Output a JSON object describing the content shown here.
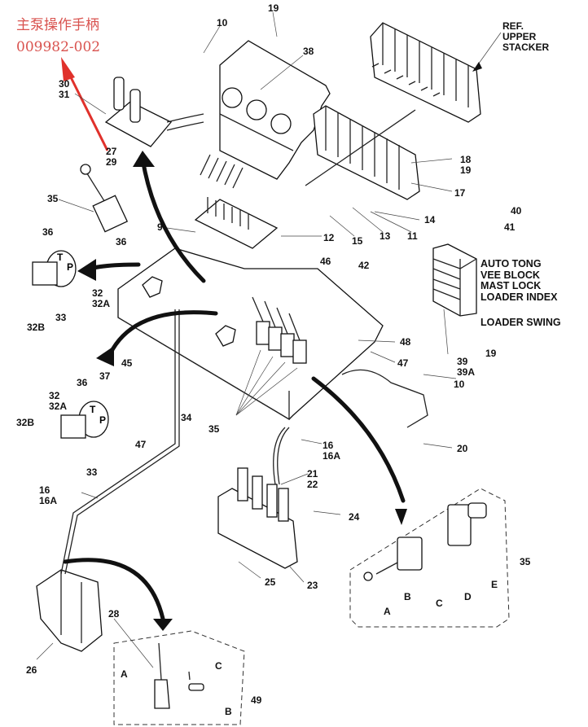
{
  "annotation": {
    "title_cn": "主泵操作手柄",
    "part_number": "009982-002",
    "color": "#d9534f"
  },
  "reference": {
    "upper_stacker": "REF.\nUPPER\nSTACKER"
  },
  "switch_labels": [
    "AUTO TONG",
    "VEE BLOCK",
    "MAST LOCK",
    "LOADER INDEX",
    "LOADER SWING"
  ],
  "callouts": {
    "c10a": "10",
    "c19a": "19",
    "c38": "38",
    "c30_31": "30\n31",
    "c27_29": "27\n29",
    "c18_19": "18\n19",
    "c17": "17",
    "c35a": "35",
    "c9": "9",
    "c14": "14",
    "c12": "12",
    "c15": "15",
    "c13": "13",
    "c11": "11",
    "c36a": "36",
    "c36b": "36",
    "c32_32a": "32\n32A",
    "c32b": "32B",
    "c33a": "33",
    "c40": "40",
    "c41": "41",
    "c46": "46",
    "c42": "42",
    "c48": "48",
    "c47a": "47",
    "c39_39a": "39\n39A",
    "c19b": "19",
    "c10b": "10",
    "c45": "45",
    "c37": "37",
    "c36c": "36",
    "c32_32a_b": "32\n32A",
    "c32b_b": "32B",
    "c47b": "47",
    "c33b": "33",
    "c34": "34",
    "c35b": "35",
    "c16_16a_a": "16\n16A",
    "c20": "20",
    "c21_22": "21\n22",
    "c24": "24",
    "c16_16a_b": "16\n16A",
    "c25": "25",
    "c23": "23",
    "c26": "26",
    "c28": "28",
    "c49": "49",
    "c49A": "A",
    "c49B": "B",
    "c49C": "C",
    "c35c": "35",
    "c35A": "A",
    "c35B": "B",
    "c35C": "C",
    "c35D": "D",
    "c35E": "E"
  }
}
